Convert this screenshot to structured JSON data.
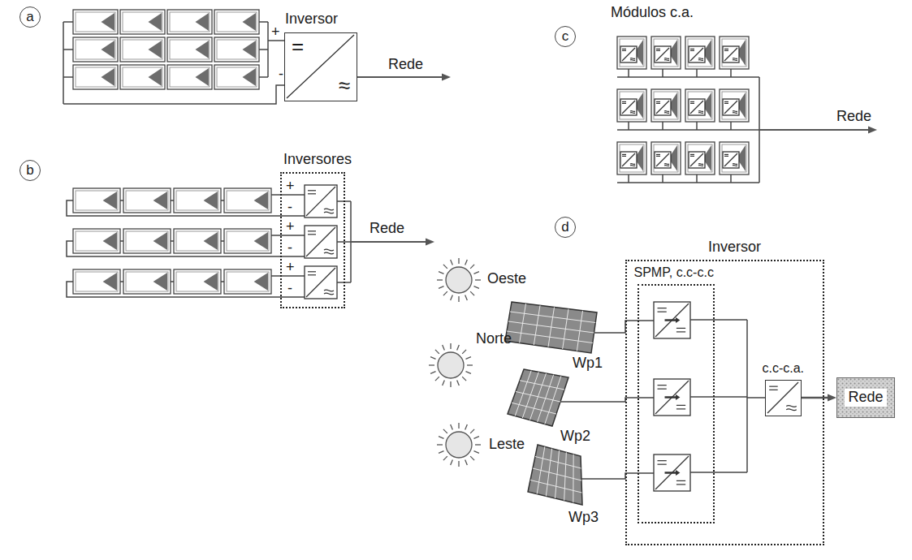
{
  "diagram": {
    "nodes": [
      {
        "text": [
          "a"
        ]
      },
      {
        "text": [
          "Inversor",
          "=",
          "≈"
        ]
      },
      {
        "text": [
          "b"
        ]
      },
      {
        "text": [
          "Inversores"
        ]
      },
      {
        "text": [
          "c"
        ]
      },
      {
        "text": [
          "d"
        ]
      },
      {
        "text": [
          "Inversor"
        ]
      },
      {
        "text": [
          "SPMP, c.c-c.c"
        ],
        "in": 6
      },
      {
        "text": [
          "c.c-c.a."
        ],
        "in": 6
      },
      {
        "text": [
          "Rede"
        ]
      }
    ],
    "edges": [
      {
        "from": 8,
        "to": 9,
        "arrow": "to"
      }
    ],
    "labels": [
      "+",
      "-",
      "Rede",
      "+",
      "-",
      "+",
      "-",
      "+",
      "-",
      "Rede",
      "Módulos c.a.",
      "Rede",
      "Oeste",
      "Norte",
      "Leste",
      "Wp1",
      "Wp2",
      "Wp3"
    ]
  }
}
